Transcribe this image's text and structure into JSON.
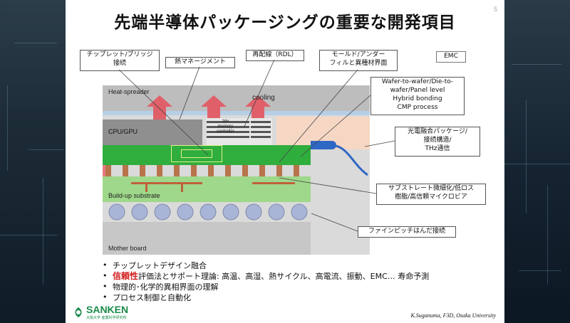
{
  "slide": {
    "page_number": "5",
    "title": "先端半導体パッケージングの重要な開発項目"
  },
  "diagram": {
    "heat_spreader": "Heat-spreader",
    "cooling": "cooling",
    "cpu": "CPU/GPU",
    "memory_lines": [
      "16x",
      "memory",
      "controller"
    ],
    "buildup": "Build-up substrate",
    "motherboard": "Mother board"
  },
  "callouts": {
    "chiplet": "チップレット/ブリッジ\n接続",
    "thermal": "熱マネージメント",
    "rdl": "再配線（RDL）",
    "mold": "モールド/アンダー\nフィルと異種材界面",
    "emc": "EMC",
    "hybrid": "Wafer-to-wafer/Die-to-\nwafer/Panel level\nHybrid bonding\nCMP process",
    "optical": "光電融合パッケージ/\n接続構造/\nTHz通信",
    "substrate": "サブストレート微細化/低ロス\n樹脂/高信頼マイクロビア",
    "finepitch": "ファインピッチはんだ接続"
  },
  "bullets": [
    {
      "pre": "",
      "highlight": "",
      "text": "チップレットデザイン融合"
    },
    {
      "pre": "",
      "highlight": "信頼性",
      "text": "評価法とサポート理論: 高温、高湿、熱サイクル、高電流、振動、EMC… 寿命予測"
    },
    {
      "pre": "",
      "highlight": "",
      "text": "物理的･化学的異相界面の理解"
    },
    {
      "pre": "",
      "highlight": "",
      "text": "プロセス制御と自動化"
    }
  ],
  "bullet_symbol": "•",
  "footer": {
    "credit": "K.Suganuma, F3D, Osaka University",
    "logo": "SANKEN",
    "logo_sub": "大阪大学 産業科学研究所"
  },
  "colors": {
    "heat_spreader": "#bdbdbd",
    "cpu": "#8f8f8f",
    "green_layer": "#2fae3d",
    "buildup": "#9fd88a",
    "motherboard": "#c7c7c7",
    "bump": "#b8744a",
    "arrow": "#e0606a",
    "cable": "#2f67c4",
    "highlight": "#d21d1d",
    "logo": "#1b8a4a"
  }
}
